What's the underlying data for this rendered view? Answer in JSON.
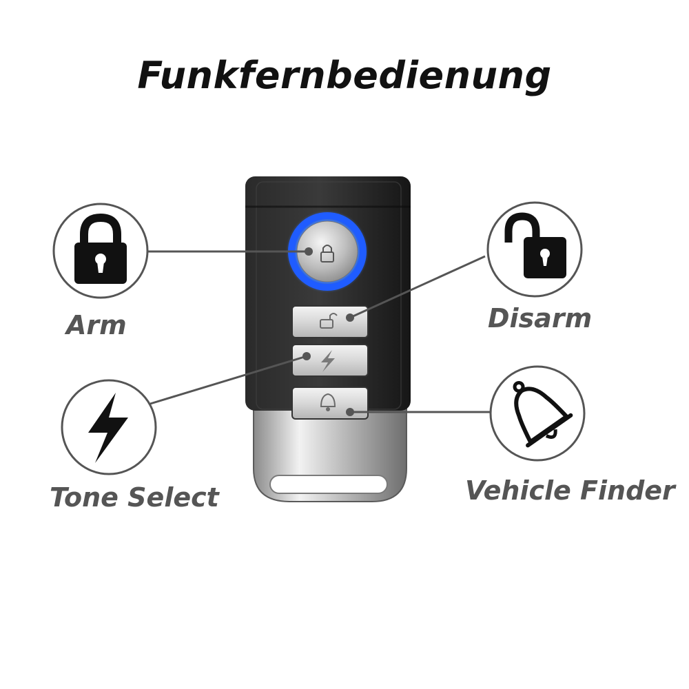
{
  "title": "Funkfernbedienung",
  "features": {
    "arm": {
      "label": "Arm",
      "icon": "locked-padlock-icon"
    },
    "disarm": {
      "label": "Disarm",
      "icon": "unlocked-padlock-icon"
    },
    "tone_select": {
      "label": "Tone Select",
      "icon": "lightning-bolt-icon"
    },
    "vehicle_finder": {
      "label": "Vehicle Finder",
      "icon": "bell-icon"
    }
  },
  "colors": {
    "led_ring": "#1f5cff",
    "remote_body": "#1e1e1e",
    "icon": "#111111",
    "label": "#555555"
  }
}
